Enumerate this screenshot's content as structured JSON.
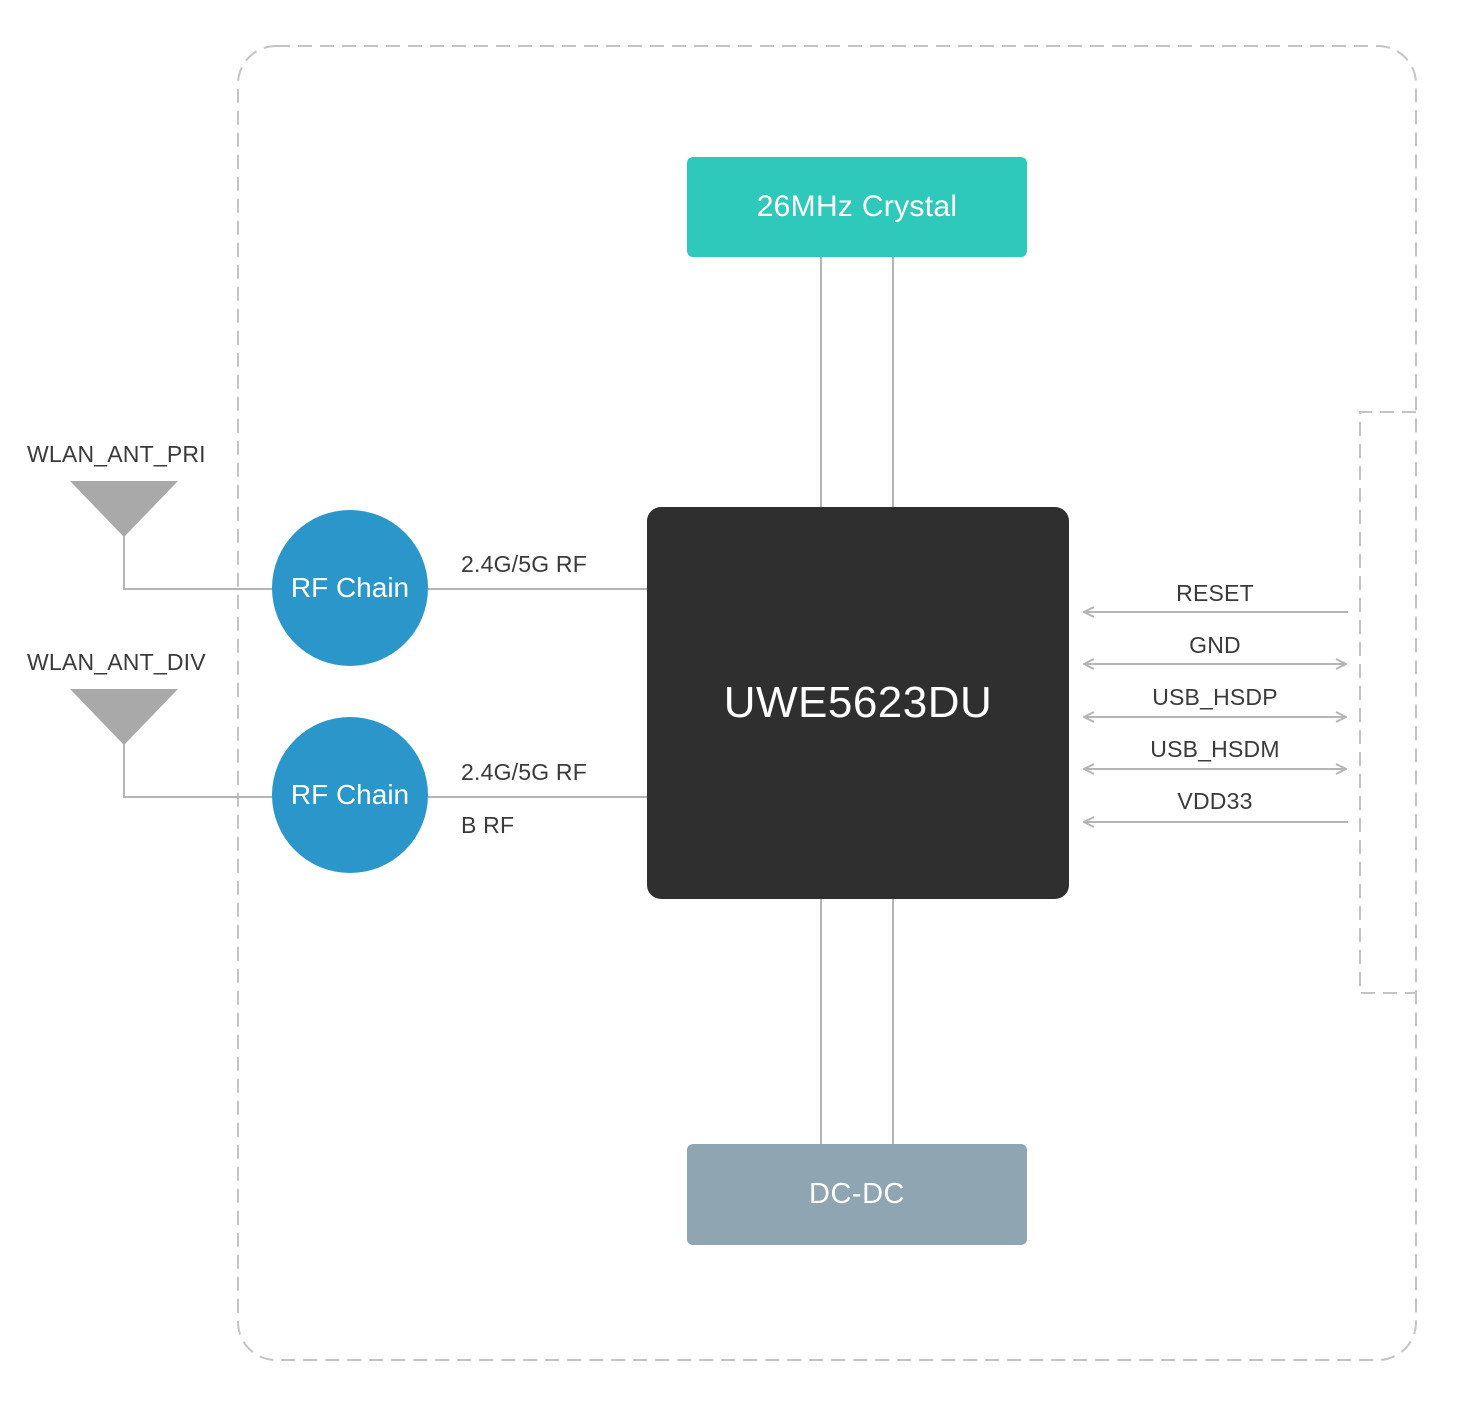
{
  "crystal": {
    "label": "26MHz Crystal",
    "color": "#2ec9bb"
  },
  "chip": {
    "label": "UWE5623DU",
    "color": "#2f2f2f"
  },
  "dcdc": {
    "label": "DC-DC",
    "color": "#8fa5b2"
  },
  "rf_chains": [
    {
      "label": "RF Chain",
      "antenna": "WLAN_ANT_PRI",
      "link_label": "2.4G/5G RF"
    },
    {
      "label": "RF Chain",
      "antenna": "WLAN_ANT_DIV",
      "link_label": "2.4G/5G RF",
      "sub_label": "B RF"
    }
  ],
  "rf_chain_color": "#2b96c9",
  "signals": [
    {
      "label": "RESET",
      "direction": "in"
    },
    {
      "label": "GND",
      "direction": "bidirectional"
    },
    {
      "label": "USB_HSDP",
      "direction": "bidirectional"
    },
    {
      "label": "USB_HSDM",
      "direction": "bidirectional"
    },
    {
      "label": "VDD33",
      "direction": "in"
    }
  ],
  "line_color": "#b5b5b5",
  "antenna_color": "#a9a9a9"
}
